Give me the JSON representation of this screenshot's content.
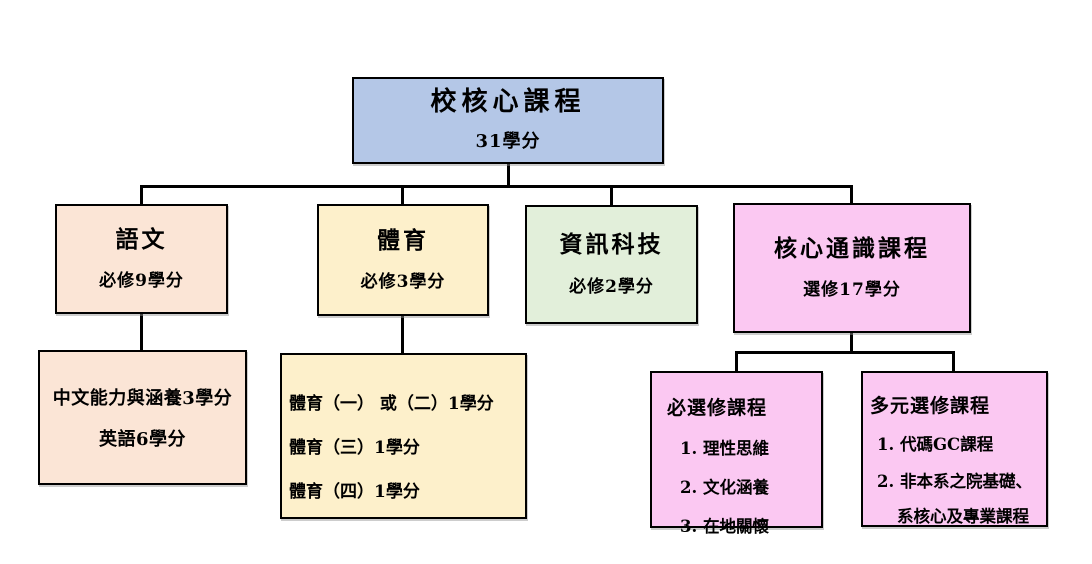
{
  "colors": {
    "background": "#ffffff",
    "connector": "#000000",
    "root_blue": "#b4c7e7",
    "language_peach": "#fbe5d6",
    "pe_yellow": "#fdf0cb",
    "it_green": "#e2efda",
    "ge_pink": "#fbc8f2"
  },
  "root": {
    "title": "校核心課程",
    "credits": "31學分"
  },
  "branches": [
    {
      "title": "語文",
      "credits": "必修9學分"
    },
    {
      "title": "體育",
      "credits": "必修3學分"
    },
    {
      "title": "資訊科技",
      "credits": "必修2學分"
    },
    {
      "title": "核心通識課程",
      "credits": "選修17學分"
    }
  ],
  "language_detail": {
    "lines": [
      "中文能力與涵養3學分",
      "英語6學分"
    ]
  },
  "pe_detail": {
    "lines": [
      "體育（一） 或（二）1學分",
      "體育（三）1學分",
      "體育（四）1學分"
    ]
  },
  "required_electives": {
    "title": "必選修課程",
    "items": [
      "1. 理性思維",
      "2. 文化涵養",
      "3. 在地關懷"
    ]
  },
  "diverse_electives": {
    "title": "多元選修課程",
    "items": [
      "1. 代碼GC課程",
      "2. 非本系之院基礎、",
      "系核心及專業課程"
    ]
  }
}
